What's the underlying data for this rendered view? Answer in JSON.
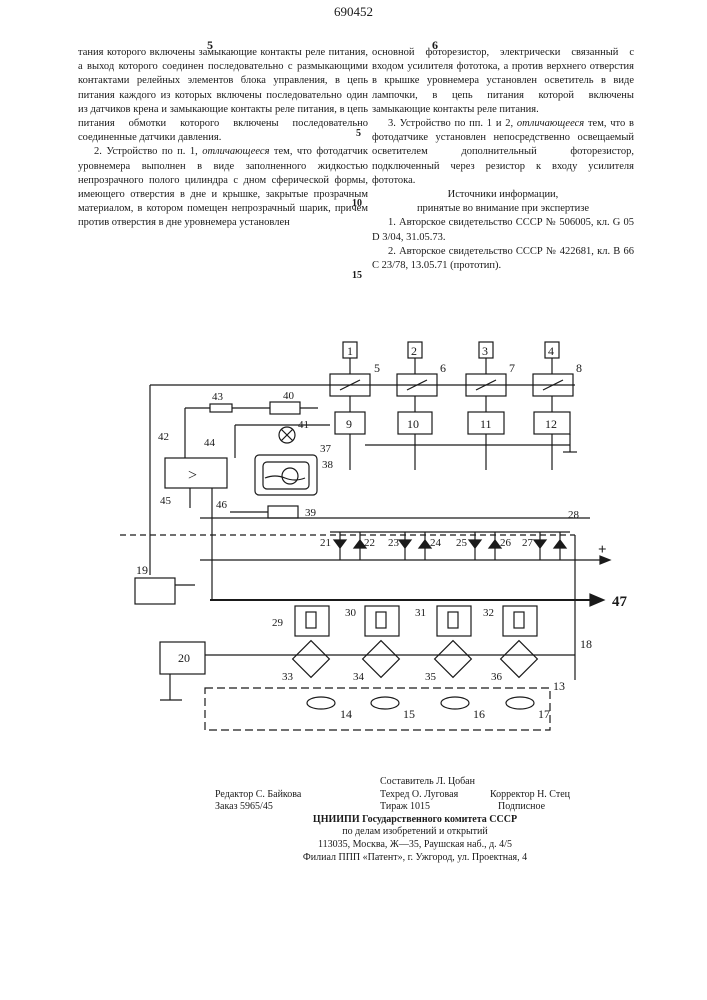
{
  "page": {
    "number": "690452"
  },
  "left_column": {
    "header": "5",
    "paragraphs": [
      "тания которого включены замыкающие контакты реле питания, а выход которого соединен последовательно с размыкающими контактами релейных элементов блока управления, в цепь питания каждого из которых включены последовательно один из датчиков крена и замыкающие контакты реле питания, в цепь питания обмотки которого включены последовательно соединенные датчики давления.",
      "что фотодатчик уровнемера выполнен в виде заполненного жидкостью непрозрачного полого цилиндра с дном сферической формы, имеющего отверстия в дне и крышке, закрытые прозрачным материалом, в котором помещен непрозрачный шарик, причем против отверстия в дне уровнемера установлен"
    ],
    "claim2_lead": "2. Устройство по п. 1, ",
    "claim2_emph": "отличающееся",
    "claim2_tail": " тем,"
  },
  "right_column": {
    "header": "6",
    "para1": "основной фоторезистор, электрически связанный с входом усилителя фототока, а против верхнего отверстия в крышке уровнемера установлен осветитель в виде лампочки, в цепь питания которой включены замыкающие контакты реле питания.",
    "claim3_lead": "3. Устройство по пп. 1 и 2, ",
    "claim3_emph": "отличающееся",
    "claim3_tail": " тем, что в фотодатчике установлен непосредственно освещаемый осветителем дополнительный фоторезистор, подключенный через резистор к входу усилителя фототока.",
    "sources_title": "Источники информации,",
    "sources_subtitle": "принятые во внимание при экспертизе",
    "ref1": "1. Авторское свидетельство СССР № 506005, кл. G 05 D 3/04, 31.05.73.",
    "ref2": "2. Авторское свидетельство СССР № 422681, кл. В 66 С 23/78, 13.05.71 (прототип)."
  },
  "line_numbers": [
    "5",
    "10",
    "15",
    "5"
  ],
  "diagram_labels": {
    "n1": "1",
    "n2": "2",
    "n3": "3",
    "n4": "4",
    "n5": "5",
    "n6": "6",
    "n7": "7",
    "n8": "8",
    "n9": "9",
    "n10": "10",
    "n11": "11",
    "n12": "12",
    "n13": "13",
    "n14": "14",
    "n15": "15",
    "n16": "16",
    "n17": "17",
    "n18": "18",
    "n19": "19",
    "n20": "20",
    "n21": "21",
    "n22": "22",
    "n23": "23",
    "n24": "24",
    "n25": "25",
    "n26": "26",
    "n27": "27",
    "n28": "28",
    "n29": "29",
    "n30": "30",
    "n31": "31",
    "n32": "32",
    "n33": "33",
    "n34": "34",
    "n35": "35",
    "n36": "36",
    "n37": "37",
    "n38": "38",
    "n39": "39",
    "n40": "40",
    "n41": "41",
    "n42": "42",
    "n43": "43",
    "n44": "44",
    "n45": "45",
    "n46": "46",
    "n47": "47",
    "plus": "+",
    "amp": ">"
  },
  "imprint": {
    "compiler": "Составитель Л. Цобан",
    "editor": "Редактор С. Байкова",
    "techred": "Техред О. Луговая",
    "corrector": "Корректор Н. Стец",
    "order": "Заказ 5965/45",
    "circulation": "Тираж 1015",
    "subscription": "Подписное",
    "org1": "ЦНИИПИ Государственного комитета СССР",
    "org2": "по делам изобретений и открытий",
    "address": "113035, Москва, Ж—35, Раушская наб., д. 4/5",
    "branch": "Филиал ППП «Патент», г. Ужгород, ул. Проектная, 4"
  }
}
